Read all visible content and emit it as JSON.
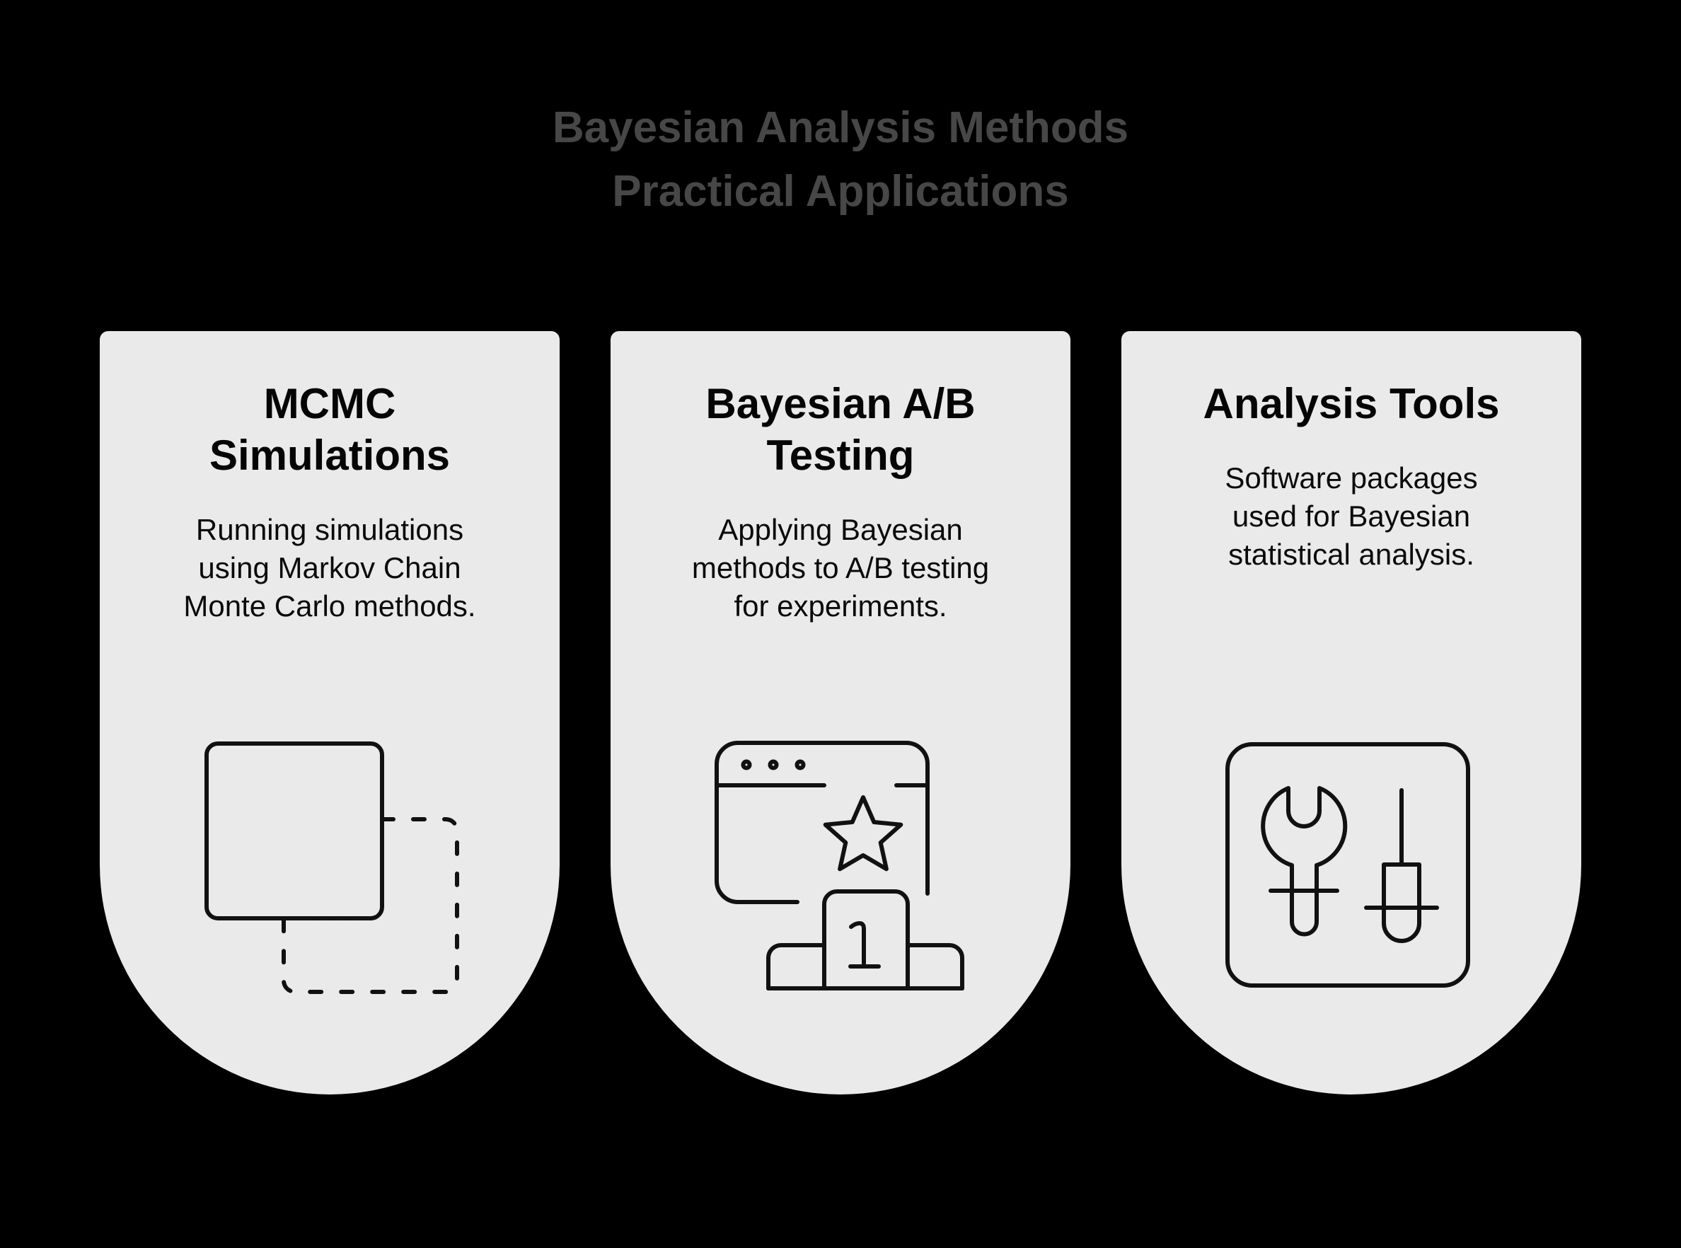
{
  "title": {
    "text": "Bayesian Analysis Methods\nPractical Applications"
  },
  "cards": [
    {
      "heading": "MCMC\nSimulations",
      "body": "Running simulations\nusing Markov Chain\nMonte Carlo methods.",
      "icon": "overlapping-squares-icon"
    },
    {
      "heading": "Bayesian A/B\nTesting",
      "body": "Applying Bayesian\nmethods to A/B testing\nfor experiments.",
      "icon": "browser-star-podium-icon"
    },
    {
      "heading": "Analysis Tools",
      "body": "Software packages\nused for Bayesian\nstatistical analysis.",
      "icon": "tools-icon"
    }
  ],
  "colors": {
    "page_background": "#000000",
    "title_text": "#474747",
    "card_background": "#eaeaea",
    "heading_text": "#050505",
    "body_text": "#0a0a0a",
    "icon_stroke": "#111111"
  }
}
